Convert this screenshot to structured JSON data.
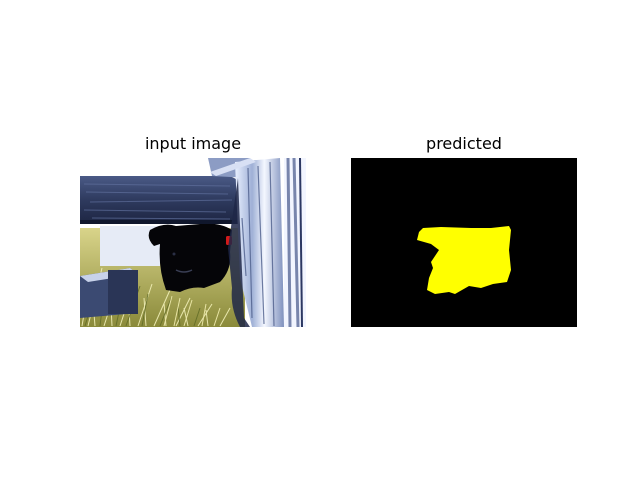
{
  "panels": [
    {
      "title": "input image",
      "content": "photo"
    },
    {
      "title": "predicted",
      "content": "segmentation-mask",
      "background_color": "#000000",
      "mask_color": "#ffff00"
    }
  ]
}
